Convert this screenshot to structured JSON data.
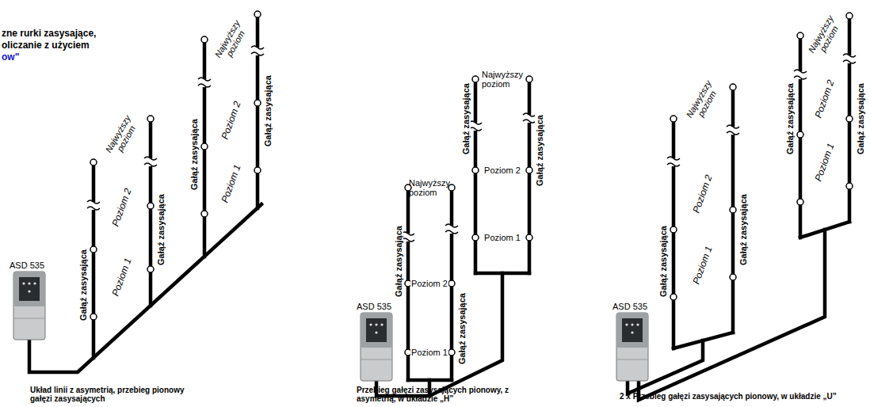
{
  "diagram": {
    "nodes": [
      {
        "text": [
          "ASD 535"
        ]
      },
      {
        "text": [
          "ASD 535"
        ]
      },
      {
        "text": [
          "ASD 535"
        ]
      }
    ],
    "labels": [
      "zne rurki zasysające,",
      "oliczanie z użyciem",
      "ow\"",
      "Gałąź zasysająca",
      "Gałąź zasysająca",
      "Gałąź zasysająca",
      "Gałąź zasysająca",
      "Najwyższy poziom",
      "Poziom 2",
      "Poziom 1",
      "Najwyższy poziom",
      "Poziom 2",
      "Poziom 1",
      "Układ linii z asymetrią, przebieg pionowy gałęzi zasysających",
      "Najwyższy poziom",
      "Poziom 2",
      "Poziom 1",
      "Gałąź zasysająca",
      "Gałąź zasysająca",
      "Najwyższy poziom",
      "Poziom 2",
      "Poziom 1",
      "Gałąź zasysająca",
      "Gałąź zasysająca",
      "Przebieg gałęzi zasysających pionowy, z asymetrią, w układzie „H”",
      "Najwyższy poziom",
      "Poziom 2",
      "Poziom 1",
      "Gałąź zasysająca",
      "Gałąź zasysająca",
      "Najwyższy poziom",
      "Poziom 2",
      "Poziom 1",
      "Gałąź zasysająca",
      "Gałąź zasysająca",
      "2 x Przebieg gałęzi zasysających pionowy, w układzie „U”"
    ]
  }
}
